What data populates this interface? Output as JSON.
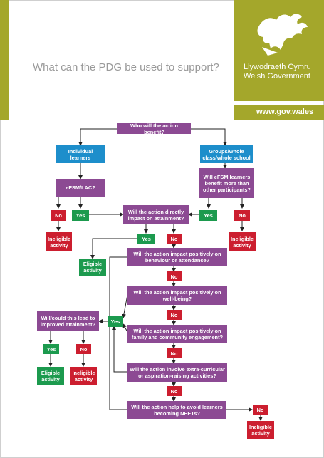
{
  "header": {
    "title": "What can the PDG be used to support?",
    "logo_line1": "Llywodraeth Cymru",
    "logo_line2": "Welsh Government",
    "url": "www.gov.wales"
  },
  "flow": {
    "q_benefit": "Who will the action benefit?",
    "individual": "Individual learners",
    "groups": "Groups/whole class/whole school",
    "efsm_lac": "eFSM/LAC?",
    "efsm_more": "Will eFSM learners benefit more than other participants?",
    "no1": "No",
    "yes1": "Yes",
    "yes2": "Yes",
    "no2": "No",
    "inel1": "Ineligible activity",
    "inel2": "Ineligible activity",
    "q_attain": "Will the action directly impact on attainment?",
    "yes3": "Yes",
    "no3": "No",
    "eligible1": "Eligible activity",
    "q_behav": "Will the action impact positively on behaviour or attendance?",
    "no4": "No",
    "q_wellbeing": "Will the action impact positively on well-being?",
    "no5": "No",
    "yes_side": "Yes",
    "q_could": "Will/could this lead to improved attainment?",
    "yes4": "Yes",
    "no_could": "No",
    "eligible2": "Eligible activity",
    "inel3": "Ineligible activity",
    "q_family": "Will the action impact positively on family and community engagement?",
    "no6": "No",
    "q_extra": "Will the action involve extra-curricular or aspiration-raising activities?",
    "no7": "No",
    "q_neet": "Will the action help to avoid learners becoming NEETs?",
    "no8": "No",
    "inel4": "Ineligible activity"
  },
  "colors": {
    "brand_green": "#a4a72b",
    "question_purple": "#8c4a93",
    "group_blue": "#1d8ecb",
    "no_red": "#cc1e2f",
    "yes_green": "#1c9a4e"
  },
  "icons": [
    "welsh-dragon-icon"
  ]
}
